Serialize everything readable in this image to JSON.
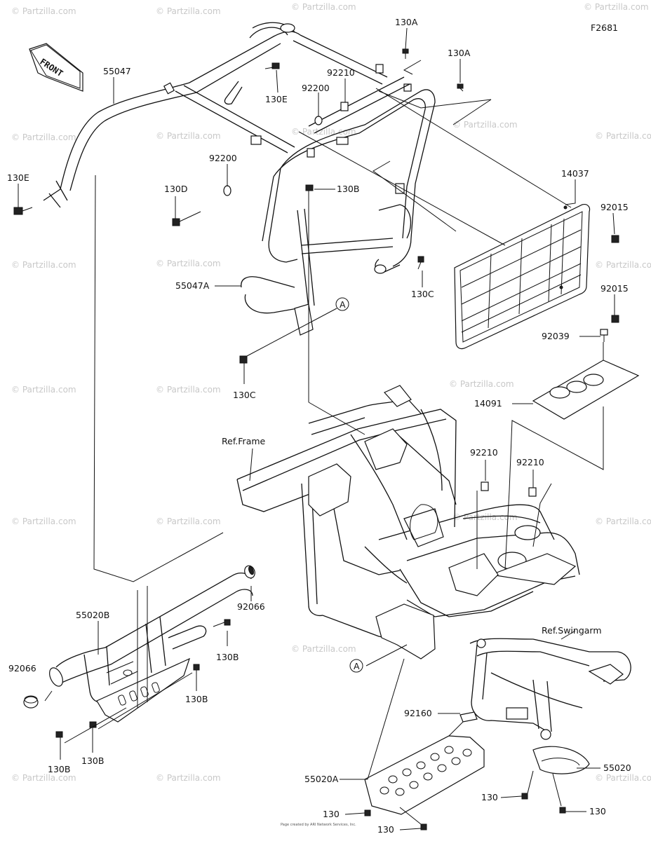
{
  "figure_code": "F2681",
  "front_arrow": {
    "label": "FRONT"
  },
  "part_labels": [
    "130A",
    "130A",
    "55047",
    "130E",
    "92210",
    "92200",
    "130E",
    "92200",
    "130D",
    "130B",
    "14037",
    "92015",
    "55047A",
    "130C",
    "92015",
    "92039",
    "130C",
    "14091",
    "Ref.Frame",
    "92210",
    "92210",
    "92066",
    "55020B",
    "130B",
    "92066",
    "130B",
    "130B",
    "130B",
    "Ref.Swingarm",
    "92160",
    "55020",
    "55020A",
    "130",
    "130",
    "130"
  ],
  "callouts": [
    "A",
    "A"
  ],
  "watermark": "© Partzilla.com",
  "footer_text": "Page created by ARI Network Services, Inc."
}
